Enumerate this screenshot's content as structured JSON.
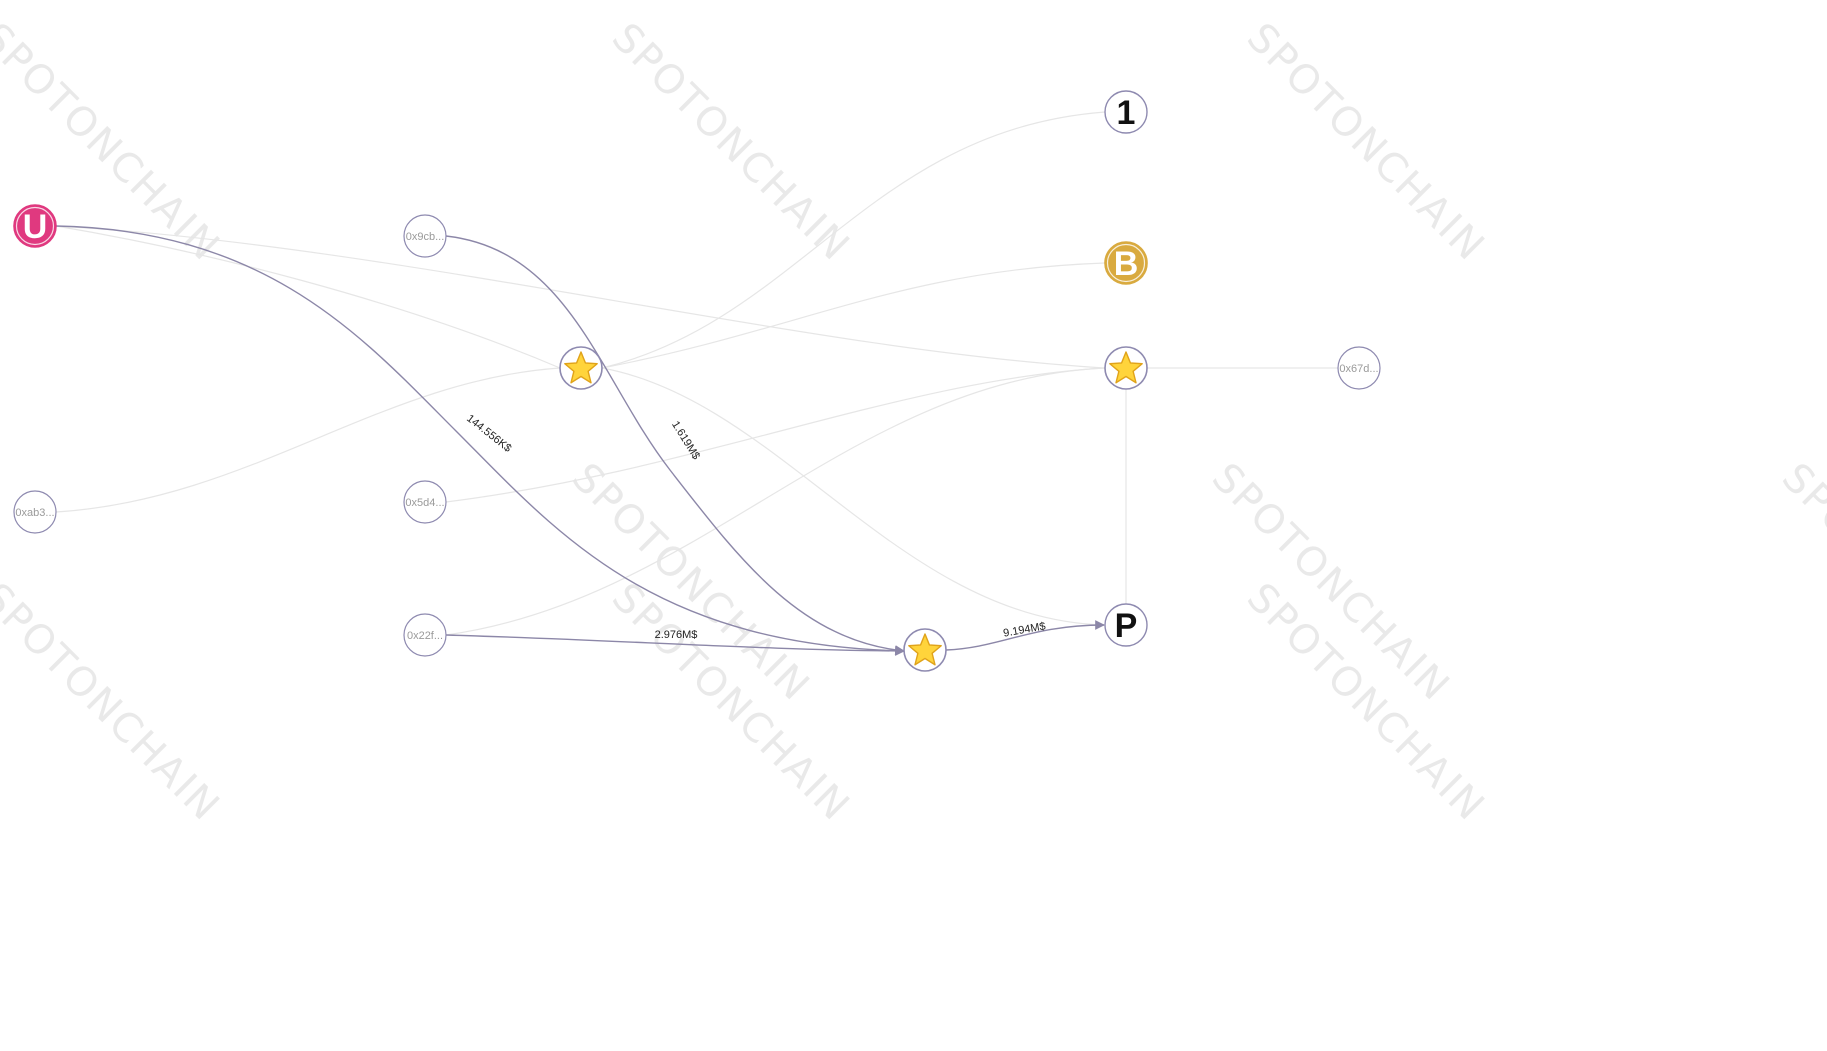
{
  "watermark": {
    "text": "SPOTONCHAIN",
    "color": "#e9e9e9"
  },
  "nodes": [
    {
      "id": "u",
      "kind": "letter",
      "label": "U",
      "fill": "#e0397f",
      "text_color": "#ffffff",
      "name": "entity-u-node"
    },
    {
      "id": "n9cb",
      "kind": "address",
      "label": "0x9cb...",
      "name": "address-node-0x9cb"
    },
    {
      "id": "nab3",
      "kind": "address",
      "label": "0xab3...",
      "name": "address-node-0xab3"
    },
    {
      "id": "n5d4",
      "kind": "address",
      "label": "0x5d4...",
      "name": "address-node-0x5d4"
    },
    {
      "id": "n22f",
      "kind": "address",
      "label": "0x22f...",
      "name": "address-node-0x22f"
    },
    {
      "id": "star1",
      "kind": "star",
      "label": "",
      "name": "starred-node-1"
    },
    {
      "id": "star2",
      "kind": "star",
      "label": "",
      "name": "starred-node-2"
    },
    {
      "id": "star3",
      "kind": "star",
      "label": "",
      "name": "starred-node-3"
    },
    {
      "id": "one",
      "kind": "letter",
      "label": "1",
      "fill": "#ffffff",
      "text_color": "#111111",
      "name": "entity-1-node"
    },
    {
      "id": "b",
      "kind": "letter",
      "label": "B",
      "fill": "#d9aa3f",
      "text_color": "#ffffff",
      "name": "entity-b-node"
    },
    {
      "id": "p",
      "kind": "letter",
      "label": "P",
      "fill": "#ffffff",
      "text_color": "#111111",
      "name": "entity-p-node"
    },
    {
      "id": "n67d",
      "kind": "address",
      "label": "0x67d...",
      "name": "address-node-0x67d"
    }
  ],
  "edges": [
    {
      "from": "u",
      "to": "star3",
      "label": "144.556K$",
      "strong": true
    },
    {
      "from": "n9cb",
      "to": "star3",
      "label": "1.619M$",
      "strong": true
    },
    {
      "from": "n22f",
      "to": "star3",
      "label": "2.976M$",
      "strong": true
    },
    {
      "from": "star3",
      "to": "p",
      "label": "9.194M$",
      "strong": true
    },
    {
      "from": "u",
      "to": "star2",
      "label": "",
      "strong": false
    },
    {
      "from": "u",
      "to": "star1",
      "label": "",
      "strong": false
    },
    {
      "from": "star1",
      "to": "one",
      "label": "",
      "strong": false
    },
    {
      "from": "star1",
      "to": "b",
      "label": "",
      "strong": false
    },
    {
      "from": "star1",
      "to": "p",
      "label": "",
      "strong": false
    },
    {
      "from": "nab3",
      "to": "star1",
      "label": "",
      "strong": false
    },
    {
      "from": "n5d4",
      "to": "star2",
      "label": "",
      "strong": false
    },
    {
      "from": "n22f",
      "to": "star2",
      "label": "",
      "strong": false
    },
    {
      "from": "star2",
      "to": "n67d",
      "label": "",
      "strong": false
    },
    {
      "from": "star2",
      "to": "p",
      "label": "",
      "strong": false
    }
  ],
  "colors": {
    "edge_strong": "#8c87a8",
    "edge_faint": "#e6e6e6",
    "node_ring": "#8e8ab0"
  }
}
